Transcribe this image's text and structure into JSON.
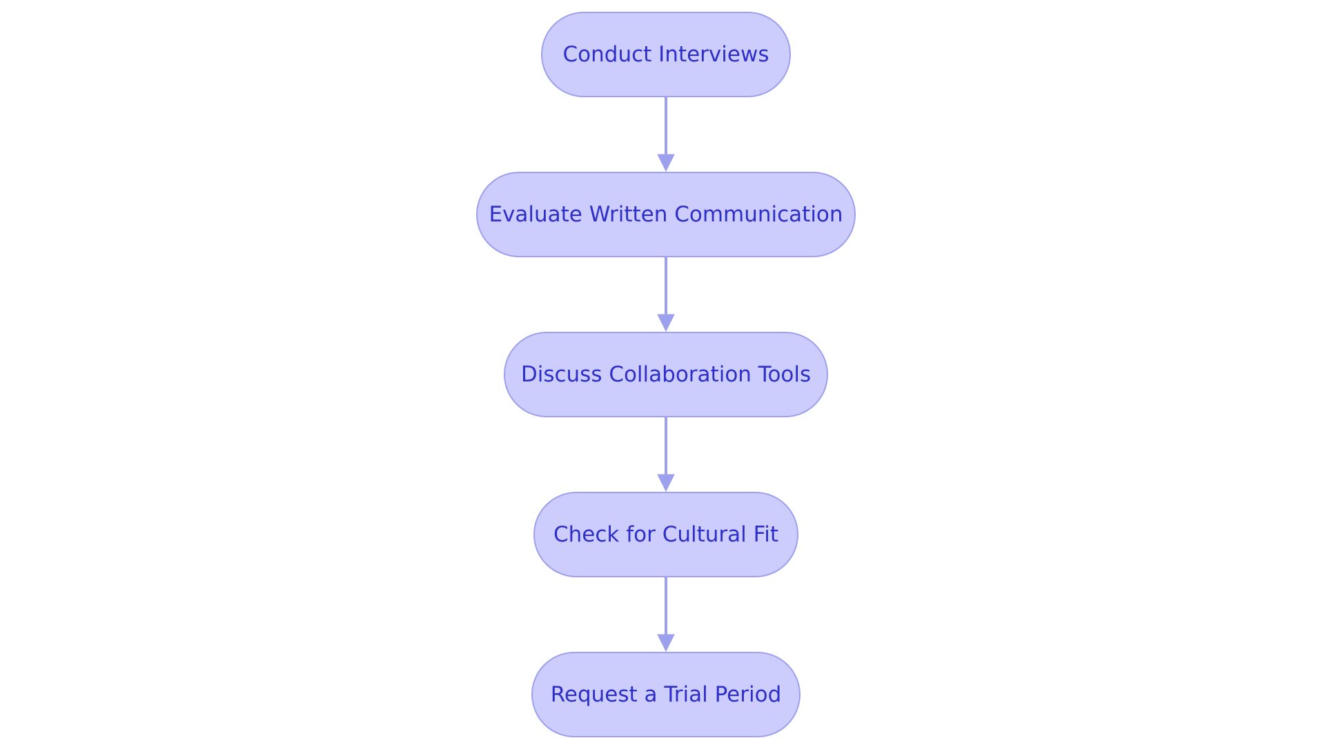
{
  "diagram": {
    "type": "flowchart",
    "direction": "top-to-bottom",
    "colors": {
      "node_fill": "#cccdfd",
      "node_border": "#9da0ec",
      "node_text": "#2e2ec8",
      "edge": "#9da0ec"
    },
    "nodes": [
      {
        "id": "step1",
        "label": "Conduct Interviews"
      },
      {
        "id": "step2",
        "label": "Evaluate Written Communication"
      },
      {
        "id": "step3",
        "label": "Discuss Collaboration Tools"
      },
      {
        "id": "step4",
        "label": "Check for Cultural Fit"
      },
      {
        "id": "step5",
        "label": "Request a Trial Period"
      }
    ],
    "edges": [
      {
        "from": "step1",
        "to": "step2"
      },
      {
        "from": "step2",
        "to": "step3"
      },
      {
        "from": "step3",
        "to": "step4"
      },
      {
        "from": "step4",
        "to": "step5"
      }
    ]
  }
}
